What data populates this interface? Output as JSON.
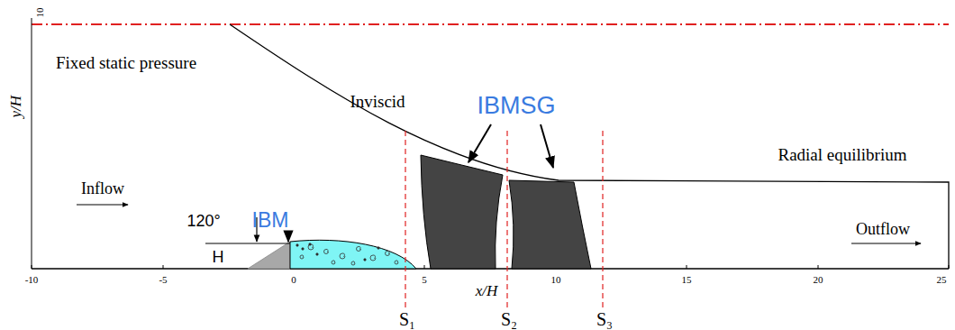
{
  "diagram": {
    "labels": [
      "10",
      "Fixed static pressure",
      "Inviscid",
      "IBMSG",
      "Radial equilibrium",
      "Inflow",
      "IBM",
      "120°",
      "H",
      "Outflow",
      "-10",
      "-5",
      "0",
      "5",
      "x/H",
      "10",
      "15",
      "20",
      "25",
      "S₁",
      "S₂",
      "S₃",
      "y/H"
    ]
  }
}
